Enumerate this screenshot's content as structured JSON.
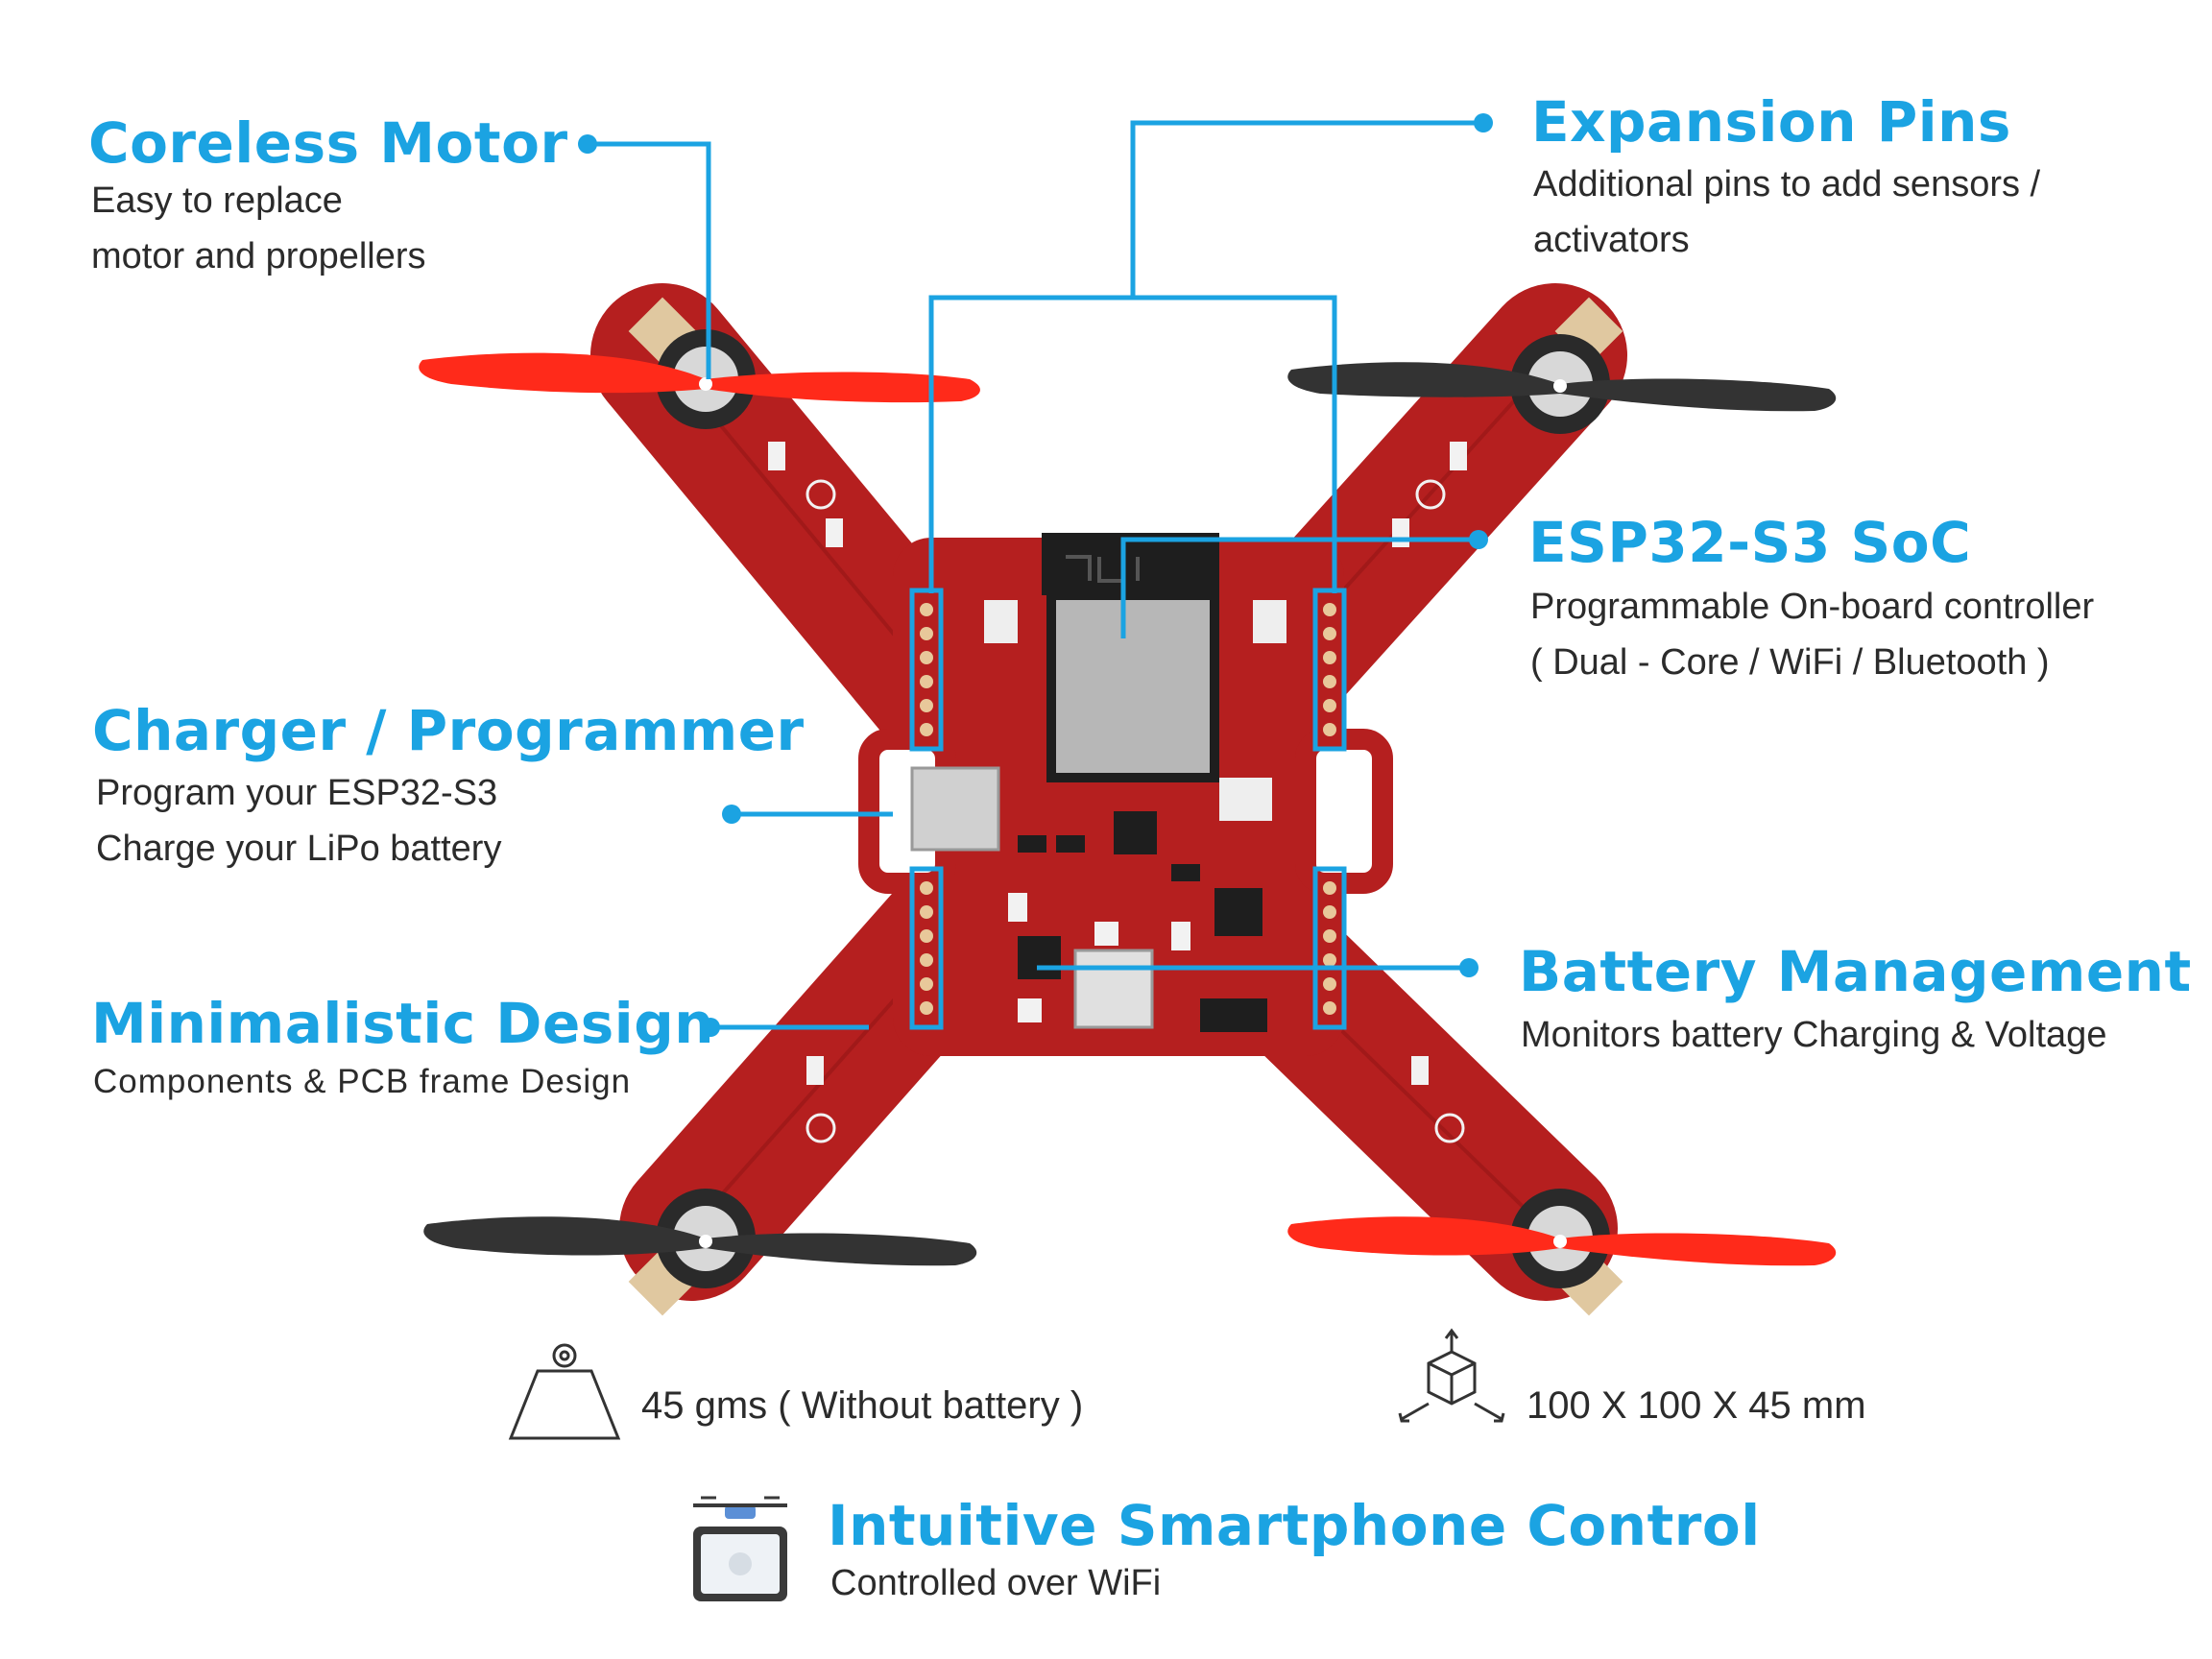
{
  "colors": {
    "accent": "#1ba3e2",
    "pcb": "#b51f1f",
    "prop_red": "#ff2a1a",
    "prop_black": "#333333",
    "text": "#2b2b2b"
  },
  "features": {
    "coreless_motor": {
      "title": "Coreless Motor",
      "lines": [
        "Easy to replace",
        "motor and propellers"
      ]
    },
    "expansion_pins": {
      "title": "Expansion Pins",
      "lines": [
        "Additional pins to add sensors /",
        "activators"
      ]
    },
    "esp32": {
      "title": "ESP32-S3 SoC",
      "lines": [
        "Programmable On-board controller",
        "( Dual - Core / WiFi / Bluetooth )"
      ]
    },
    "charger": {
      "title": "Charger / Programmer",
      "lines": [
        "Program your  ESP32-S3",
        "Charge your LiPo battery"
      ]
    },
    "battery": {
      "title": "Battery Management",
      "lines": [
        "Monitors battery Charging & Voltage"
      ]
    },
    "minimalistic": {
      "title": "Minimalistic Design",
      "lines": [
        "Components & PCB frame Design"
      ]
    }
  },
  "specs": {
    "weight": {
      "text": "45 gms ( Without battery )",
      "icon": "weight-icon"
    },
    "dimensions": {
      "text": "100 X 100 X 45 mm",
      "icon": "dimensions-cube-icon"
    }
  },
  "smartphone": {
    "title": "Intuitive Smartphone Control",
    "subtitle": "Controlled over WiFi",
    "icon": "smartphone-drone-icon"
  }
}
